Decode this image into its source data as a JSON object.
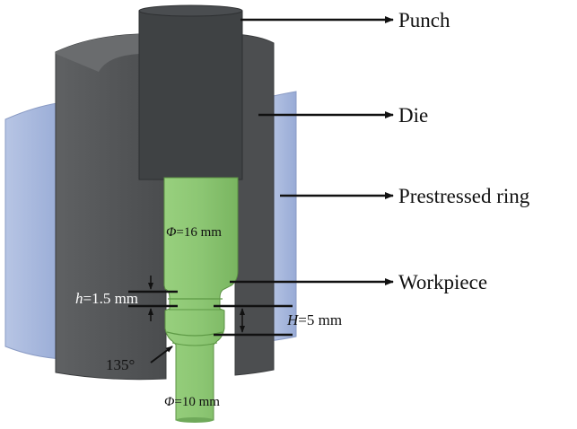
{
  "labels": {
    "punch": "Punch",
    "die": "Die",
    "ring": "Prestressed ring",
    "workpiece": "Workpiece"
  },
  "dimensions": {
    "phi_large_sym": "Φ",
    "phi_large_val": "=16 mm",
    "h_sym": "h",
    "h_val": "=1.5 mm",
    "H_sym": "H",
    "H_val": "=5 mm",
    "angle": "135°",
    "phi_small_sym": "Φ",
    "phi_small_val": "=10 mm"
  },
  "colors": {
    "punch": "#3f4244",
    "die": "#555759",
    "ring": "#a9b9dc",
    "workpiece": "#8fc877",
    "ink": "#111111"
  }
}
